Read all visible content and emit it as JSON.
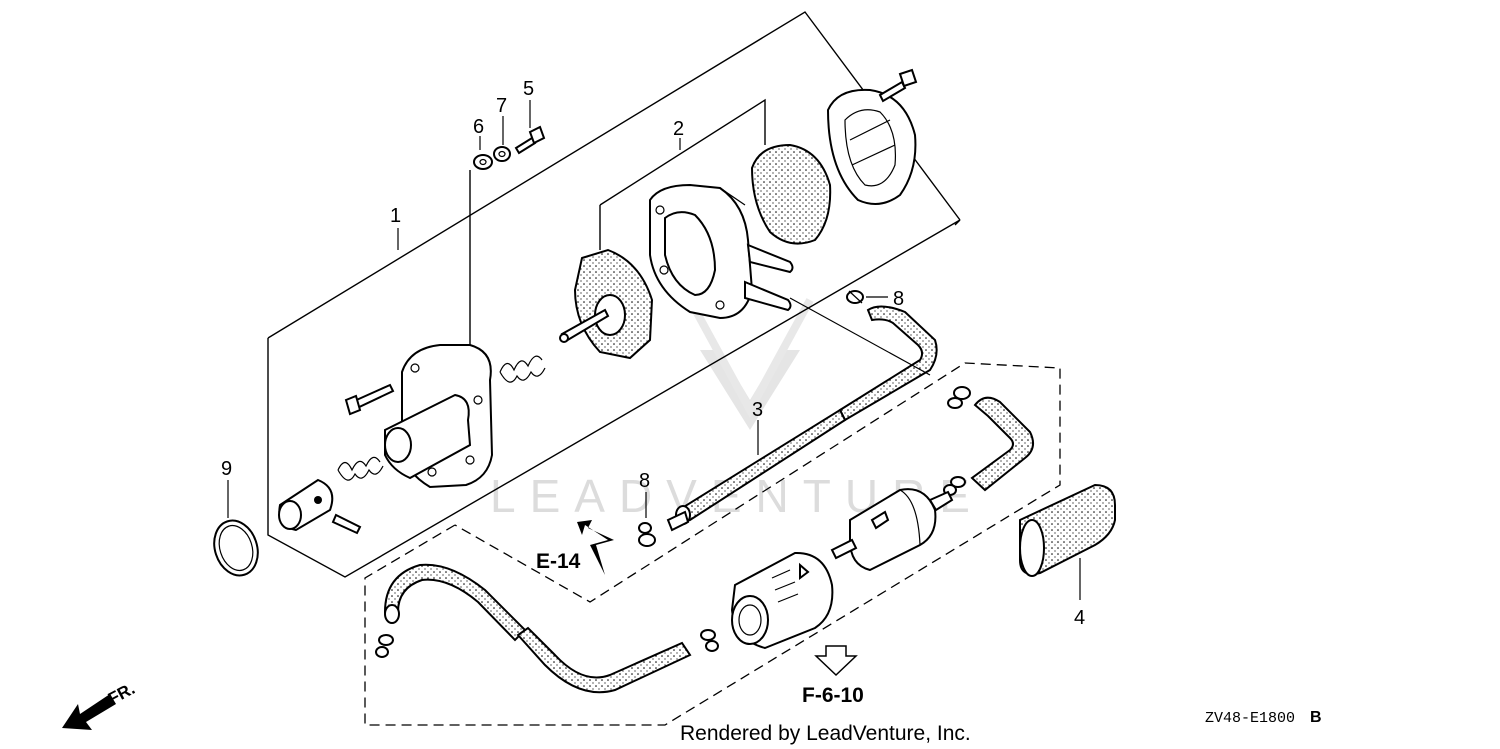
{
  "callouts": {
    "c1": "1",
    "c2": "2",
    "c3": "3",
    "c4": "4",
    "c5": "5",
    "c6": "6",
    "c7": "7",
    "c8a": "8",
    "c8b": "8",
    "c9": "9"
  },
  "references": {
    "e14": "E-14",
    "f610": "F-6-10"
  },
  "direction": {
    "fr": "FR."
  },
  "footer": {
    "rendered_by": "Rendered by LeadVenture, Inc.",
    "diagram_code": "ZV48-E1800",
    "revision": "B"
  },
  "watermark": {
    "text": "LEADVENTURE"
  },
  "colors": {
    "ink": "#000000",
    "background": "#ffffff",
    "watermark": "#d9d9d9"
  }
}
